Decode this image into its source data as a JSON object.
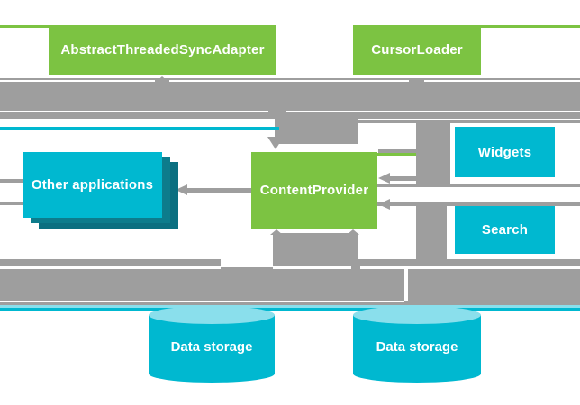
{
  "diagram": {
    "nodes": {
      "abstract_threaded_sync_adapter": "AbstractThreadedSyncAdapter",
      "cursor_loader": "CursorLoader",
      "content_provider": "ContentProvider",
      "other_applications": "Other applications",
      "widgets": "Widgets",
      "search": "Search",
      "data_storage_left": "Data storage",
      "data_storage_right": "Data storage"
    },
    "colors": {
      "node_green": "#7CC342",
      "node_cyan": "#00B8D0",
      "cylinder_top_cyan": "#8ADFEC",
      "stack_shadow_teal": "#0D7C8C",
      "arrow_gray": "#9E9E9E",
      "background": "#FFFFFF",
      "text": "#FFFFFF"
    },
    "edges": [
      {
        "from": "AbstractThreadedSyncAdapter",
        "to": "ContentProvider",
        "direction": "bidirectional"
      },
      {
        "from": "CursorLoader",
        "to": "ContentProvider",
        "direction": "bidirectional"
      },
      {
        "from": "ContentProvider",
        "to": "Other applications",
        "direction": "toward-other-applications"
      },
      {
        "from": "Widgets",
        "to": "ContentProvider",
        "direction": "toward-content-provider"
      },
      {
        "from": "Search",
        "to": "ContentProvider",
        "direction": "toward-content-provider"
      },
      {
        "from": "ContentProvider",
        "to": "Data storage",
        "direction": "bidirectional"
      }
    ]
  }
}
